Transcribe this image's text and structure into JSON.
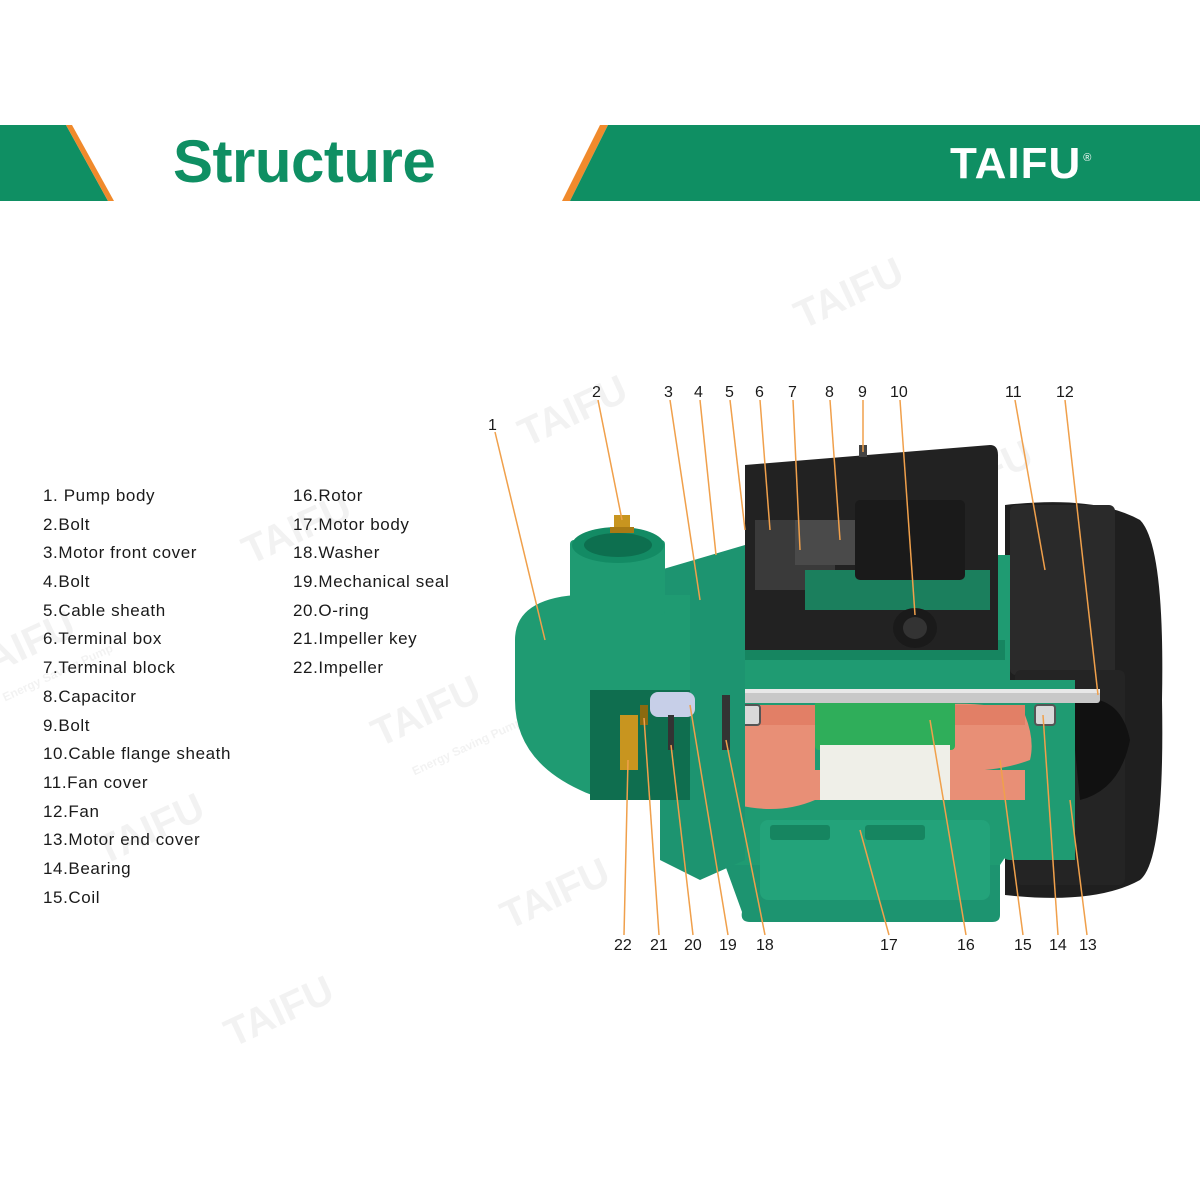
{
  "header": {
    "title": "Structure",
    "brand": "TAIFU",
    "brand_mark": "®",
    "accent_color": "#0f8f63",
    "stripe_color": "#f08a2c"
  },
  "watermark": {
    "brand": "TAIFU",
    "tagline": "Energy Saving Pump"
  },
  "parts": [
    {
      "number": "1",
      "label": "1. Pump body"
    },
    {
      "number": "2",
      "label": "2.Bolt"
    },
    {
      "number": "3",
      "label": "3.Motor front cover"
    },
    {
      "number": "4",
      "label": "4.Bolt"
    },
    {
      "number": "5",
      "label": "5.Cable sheath"
    },
    {
      "number": "6",
      "label": "6.Terminal box"
    },
    {
      "number": "7",
      "label": "7.Terminal  block"
    },
    {
      "number": "8",
      "label": "8.Capacitor"
    },
    {
      "number": "9",
      "label": "9.Bolt"
    },
    {
      "number": "10",
      "label": "10.Cable flange sheath"
    },
    {
      "number": "11",
      "label": "11.Fan cover"
    },
    {
      "number": "12",
      "label": "12.Fan"
    },
    {
      "number": "13",
      "label": "13.Motor end cover"
    },
    {
      "number": "14",
      "label": "14.Bearing"
    },
    {
      "number": "15",
      "label": "15.Coil"
    },
    {
      "number": "16",
      "label": "16.Rotor"
    },
    {
      "number": "17",
      "label": "17.Motor body"
    },
    {
      "number": "18",
      "label": "18.Washer"
    },
    {
      "number": "19",
      "label": "19.Mechanical seal"
    },
    {
      "number": "20",
      "label": "20.O-ring"
    },
    {
      "number": "21",
      "label": "21.Impeller key"
    },
    {
      "number": "22",
      "label": "22.Impeller"
    }
  ],
  "colors": {
    "body_green": "#1f9b72",
    "body_green_dark": "#0f6e4f",
    "rotor_green": "#2fae5a",
    "coil_copper": "#e88f76",
    "black_parts": "#1f1f1f",
    "shaft_grey": "#c8c8c8",
    "leader_line": "#f0a04b",
    "brass": "#c8951f"
  }
}
